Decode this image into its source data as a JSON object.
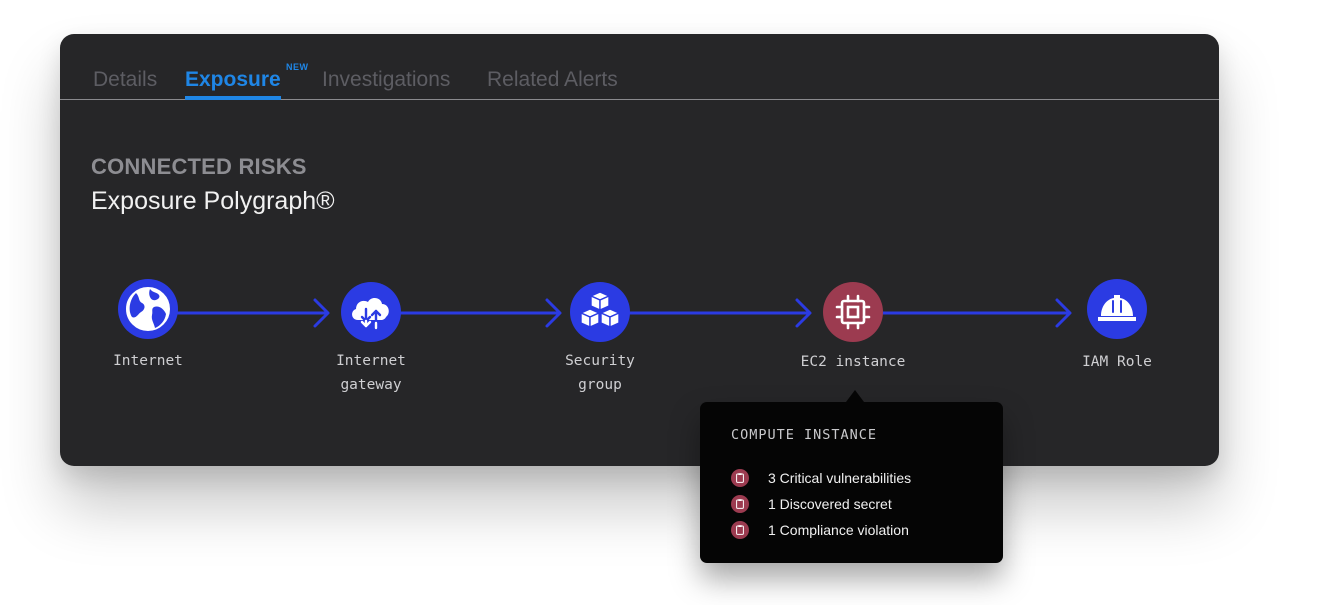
{
  "tabs": [
    {
      "label": "Details",
      "active": false
    },
    {
      "label": "Exposure",
      "active": true,
      "badge": "NEW"
    },
    {
      "label": "Investigations",
      "active": false
    },
    {
      "label": "Related Alerts",
      "active": false
    }
  ],
  "section": {
    "label": "CONNECTED RISKS",
    "title": "Exposure Polygraph®"
  },
  "nodes": [
    {
      "label": "Internet",
      "icon": "globe-icon",
      "color": "#2b3be3"
    },
    {
      "label": "Internet\ngateway",
      "icon": "cloud-transfer-icon",
      "color": "#2b3be3"
    },
    {
      "label": "Security\ngroup",
      "icon": "cubes-icon",
      "color": "#2b3be3"
    },
    {
      "label": "EC2 instance",
      "icon": "cpu-chip-icon",
      "color": "#9c3b50"
    },
    {
      "label": "IAM Role",
      "icon": "hard-hat-icon",
      "color": "#2b3be3"
    }
  ],
  "tooltip": {
    "title": "COMPUTE INSTANCE",
    "items": [
      {
        "text": "3 Critical vulnerabilities",
        "icon": "clipboard-icon"
      },
      {
        "text": "1 Discovered secret",
        "icon": "clipboard-icon"
      },
      {
        "text": "1 Compliance violation",
        "icon": "clipboard-icon"
      }
    ]
  },
  "colors": {
    "accent": "#1f86e6",
    "node_blue": "#2b3be3",
    "node_risk": "#9c3b50",
    "card_bg": "#262628"
  }
}
